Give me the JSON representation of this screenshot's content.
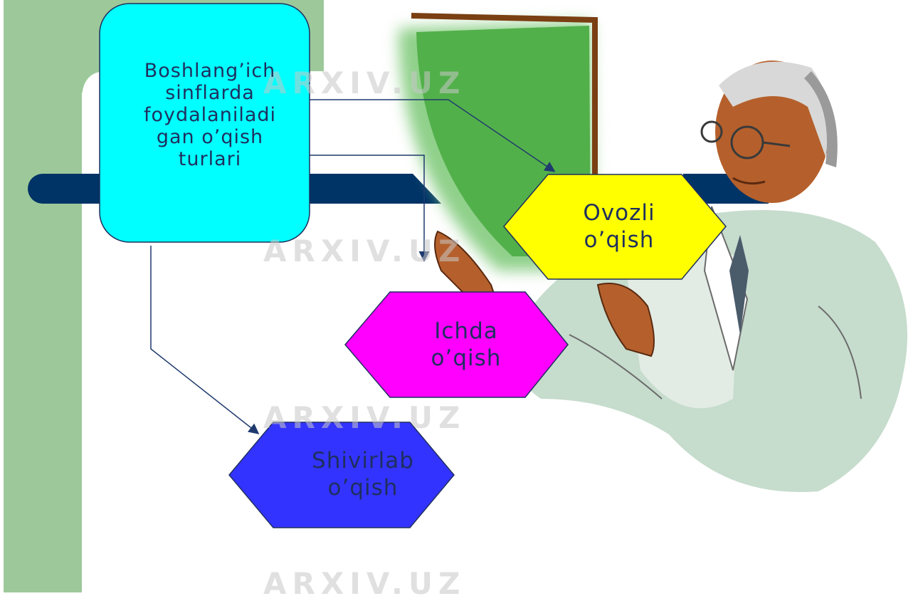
{
  "root_node": {
    "label": "Boshlang’ich\nsinflarda\nfoydalaniladi\ngan o’qish\nturlari"
  },
  "nodes": [
    {
      "id": "ovozli",
      "label": "Ovozli\no’qish",
      "color": "#ffff00"
    },
    {
      "id": "ichda",
      "label": "Ichda\no’qish",
      "color": "#ff00ff"
    },
    {
      "id": "shivirlab",
      "label": "Shivirlab\no’qish",
      "color": "#3333ff"
    }
  ],
  "colors": {
    "root_fill": "#00ffff",
    "sidebar": "#9dc99a",
    "bar": "#003366",
    "board": "#52b04a",
    "connector": "#1f3a6e"
  },
  "watermark": "ARXIV.UZ"
}
